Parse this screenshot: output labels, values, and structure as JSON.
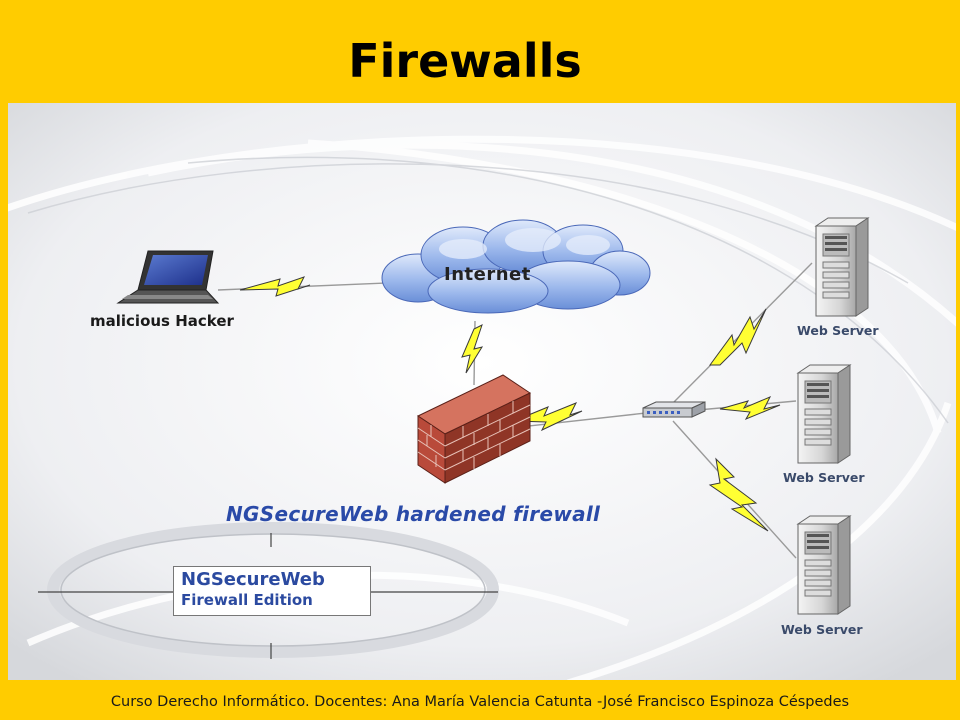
{
  "slide": {
    "title": "Firewalls",
    "footer": "Curso Derecho Informático. Docentes: Ana María Valencia Catunta -José Francisco Espinoza Céspedes"
  },
  "diagram": {
    "hacker_label": "malicious Hacker",
    "internet_label": "Internet",
    "firewall_caption": "NGSecureWeb hardened firewall",
    "logo": {
      "line1": "NGSecureWeb",
      "line2": "Firewall Edition"
    },
    "servers": [
      {
        "label": "Web Server"
      },
      {
        "label": "Web Server"
      },
      {
        "label": "Web Server"
      }
    ],
    "colors": {
      "slide_background": "#FFCC00",
      "lightning": "#FFFF33",
      "firewall_brick": "#B94A3A",
      "caption_blue": "#2A4AA8",
      "cloud": "#7B9FE0"
    },
    "icons": [
      "laptop-icon",
      "cloud-icon",
      "firewall-icon",
      "switch-icon",
      "server-icon"
    ]
  }
}
